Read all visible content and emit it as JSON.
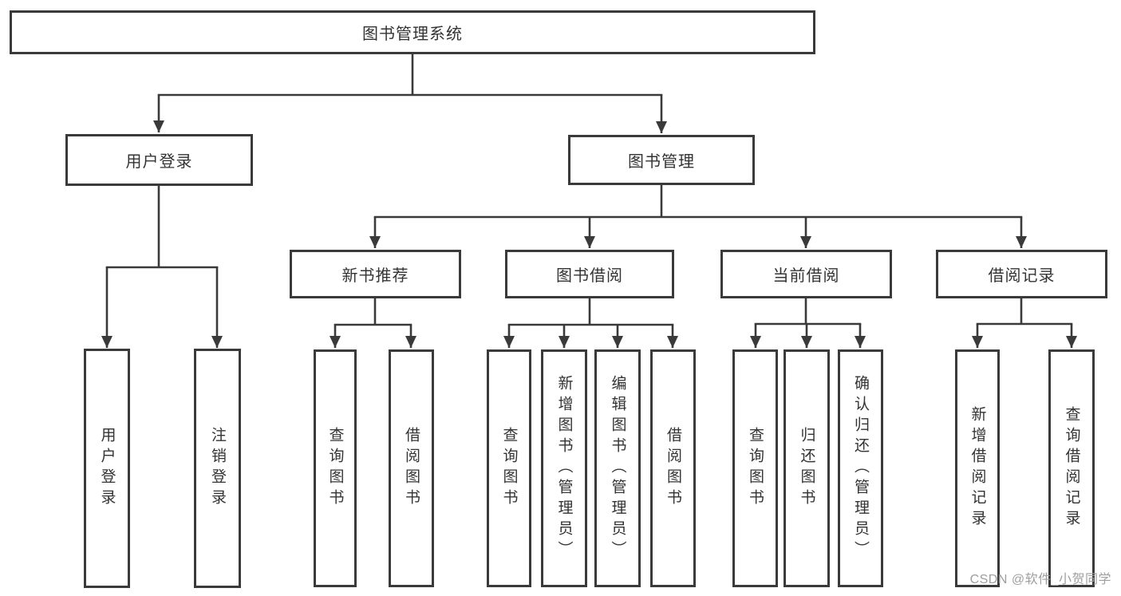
{
  "nodes": {
    "root": {
      "label": "图书管理系统"
    },
    "level2": [
      {
        "label": "用户登录"
      },
      {
        "label": "图书管理"
      }
    ],
    "level3": [
      {
        "label": "新书推荐"
      },
      {
        "label": "图书借阅"
      },
      {
        "label": "当前借阅"
      },
      {
        "label": "借阅记录"
      }
    ],
    "leaves": [
      {
        "label": "用户登录",
        "parent": "用户登录"
      },
      {
        "label": "注销登录",
        "parent": "用户登录"
      },
      {
        "label": "查询图书",
        "parent": "新书推荐"
      },
      {
        "label": "借阅图书",
        "parent": "新书推荐"
      },
      {
        "label": "查询图书",
        "parent": "图书借阅"
      },
      {
        "label": "新增图书（管理员）",
        "parent": "图书借阅"
      },
      {
        "label": "编辑图书（管理员）",
        "parent": "图书借阅"
      },
      {
        "label": "借阅图书",
        "parent": "图书借阅"
      },
      {
        "label": "查询图书",
        "parent": "当前借阅"
      },
      {
        "label": "归还图书",
        "parent": "当前借阅"
      },
      {
        "label": "确认归还（管理员）",
        "parent": "当前借阅"
      },
      {
        "label": "新增借阅记录",
        "parent": "借阅记录"
      },
      {
        "label": "查询借阅记录",
        "parent": "借阅记录"
      }
    ]
  },
  "watermark": "CSDN @软件_小贺同学",
  "colors": {
    "line": "#3a3a3a",
    "box_border": "#3a3a3a",
    "text": "#333333",
    "watermark": "#9e9e9e",
    "background": "#ffffff"
  }
}
